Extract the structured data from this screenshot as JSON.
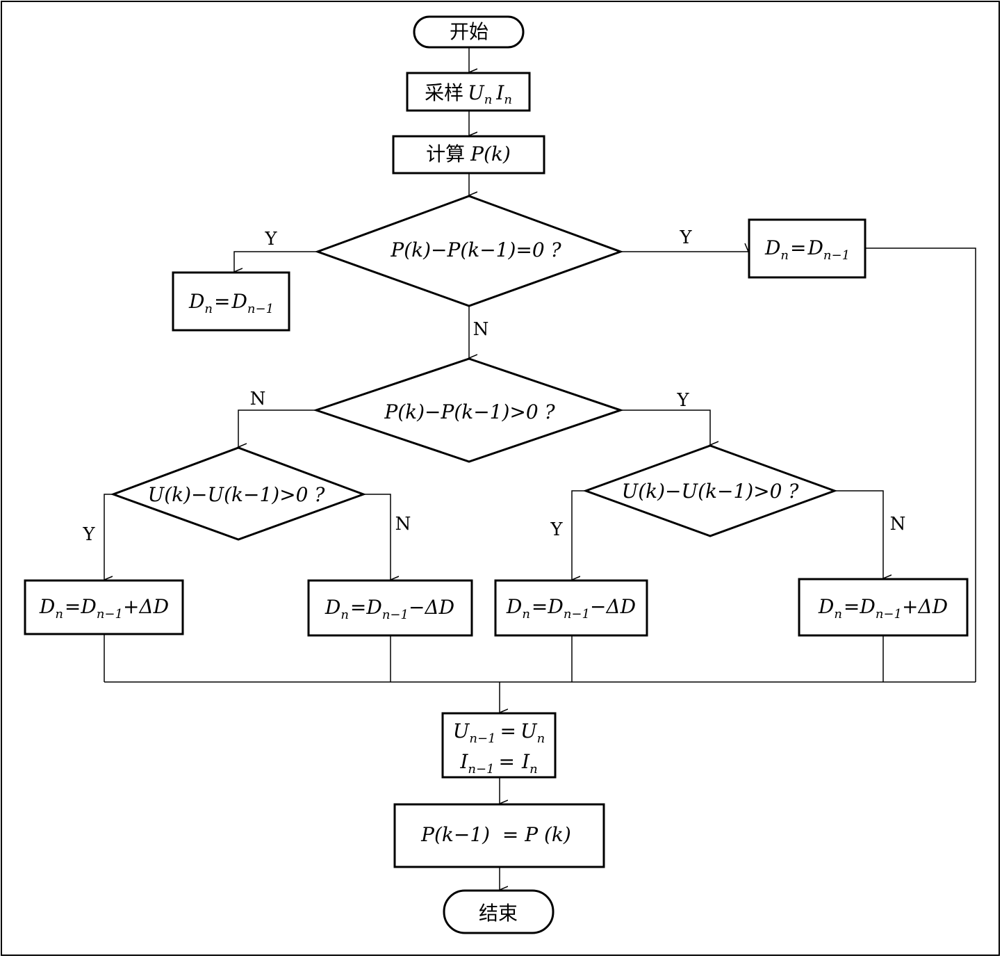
{
  "flowchart": {
    "start": "开始",
    "end": "结束",
    "sample": {
      "prefix": "采样",
      "u": "U",
      "i": "I",
      "sub": "n"
    },
    "compute": {
      "prefix": "计算",
      "expr": "P(k)"
    },
    "decision1": "P(k)−P(k−1)=0 ?",
    "decision2": "P(k)−P(k−1)>0 ?",
    "decision3_left": "U(k)−U(k−1)>0 ?",
    "decision3_right": "U(k)−U(k−1)>0 ?",
    "box_keep_left": {
      "lhs": "D",
      "lsub": "n",
      "rhs": "D",
      "rsub": "n−1"
    },
    "box_keep_right": {
      "lhs": "D",
      "lsub": "n",
      "rhs": "D",
      "rsub": "n−1"
    },
    "box_ll": {
      "lhs": "D",
      "lsub": "n",
      "rhs": "D",
      "rsub": "n−1",
      "tail": "+ΔD"
    },
    "box_lr": {
      "lhs": "D",
      "lsub": "n",
      "rhs": "D",
      "rsub": "n−1",
      "tail": "−ΔD"
    },
    "box_rl": {
      "lhs": "D",
      "lsub": "n",
      "rhs": "D",
      "rsub": "n−1",
      "tail": "−ΔD"
    },
    "box_rr": {
      "lhs": "D",
      "lsub": "n",
      "rhs": "D",
      "rsub": "n−1",
      "tail": "+ΔD"
    },
    "update": {
      "line1": {
        "lhs": "U",
        "lsub": "n−1",
        "rhs": "U",
        "rsub": "n"
      },
      "line2": {
        "lhs": "I",
        "lsub": "n−1",
        "rhs": "I",
        "rsub": "n"
      }
    },
    "final": "P(k−1)  = P (k)",
    "labels": {
      "yes": "Y",
      "no": "N"
    }
  }
}
